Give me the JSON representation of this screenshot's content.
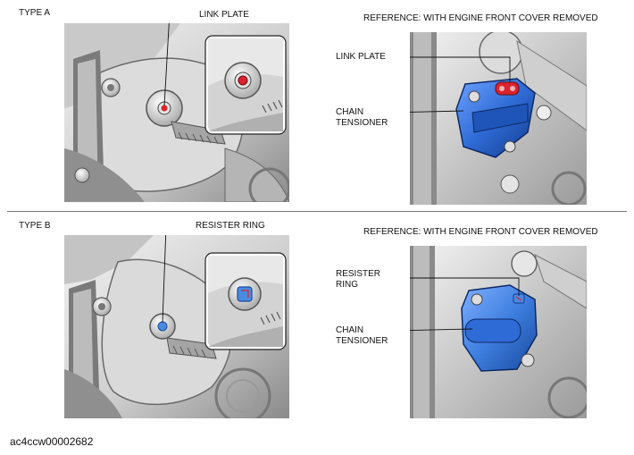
{
  "sections": {
    "type_a": {
      "title": "TYPE A",
      "main_callout": "LINK PLATE",
      "reference_title": "REFERENCE: WITH ENGINE FRONT COVER REMOVED",
      "ref_callout_1": "LINK PLATE",
      "ref_callout_2_line1": "CHAIN",
      "ref_callout_2_line2": "TENSIONER"
    },
    "type_b": {
      "title": "TYPE B",
      "main_callout": "RESISTER RING",
      "reference_title": "REFERENCE: WITH ENGINE FRONT COVER REMOVED",
      "ref_callout_1_line1": "RESISTER",
      "ref_callout_1_line2": "RING",
      "ref_callout_2_line1": "CHAIN",
      "ref_callout_2_line2": "TENSIONER"
    }
  },
  "figure_id": "ac4ccw00002682",
  "colors": {
    "highlight_red": "#d9232e",
    "tensioner_blue": "#2f6bd6",
    "ring_blue": "#4a8be0",
    "metal_light": "#e6e6e6",
    "metal_mid": "#b9b9b9",
    "metal_dark": "#5a5a5a"
  },
  "icons": {
    "engine_drawing": "engine-cover-illustration",
    "zoom_inset": "zoom-inset-frame"
  }
}
